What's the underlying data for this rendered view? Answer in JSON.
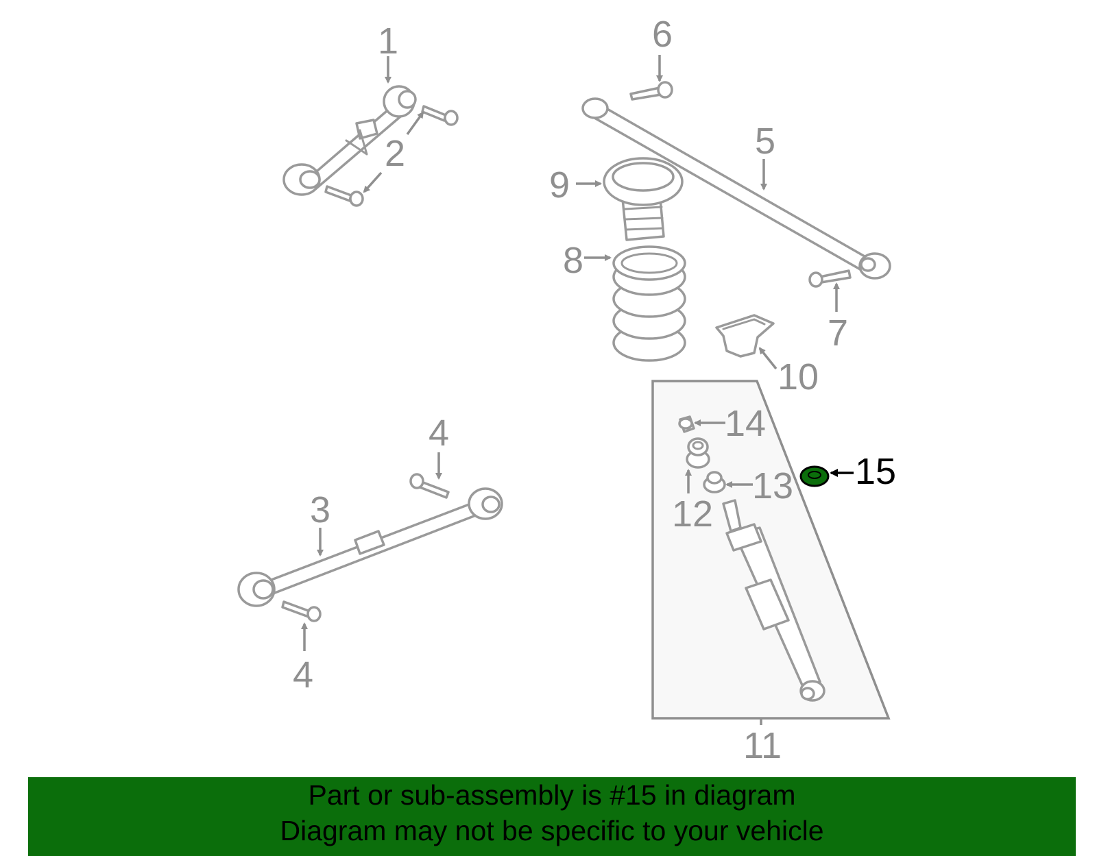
{
  "diagram": {
    "callouts": [
      {
        "id": "1",
        "label": "1"
      },
      {
        "id": "2",
        "label": "2"
      },
      {
        "id": "3",
        "label": "3"
      },
      {
        "id": "4a",
        "label": "4"
      },
      {
        "id": "4b",
        "label": "4"
      },
      {
        "id": "5",
        "label": "5"
      },
      {
        "id": "6",
        "label": "6"
      },
      {
        "id": "7",
        "label": "7"
      },
      {
        "id": "8",
        "label": "8"
      },
      {
        "id": "9",
        "label": "9"
      },
      {
        "id": "10",
        "label": "10"
      },
      {
        "id": "11",
        "label": "11"
      },
      {
        "id": "12",
        "label": "12"
      },
      {
        "id": "13",
        "label": "13"
      },
      {
        "id": "14",
        "label": "14"
      },
      {
        "id": "15",
        "label": "15"
      }
    ],
    "highlight_part": "15",
    "highlight_color": "#0b6e0b",
    "part_color": "#9a9a9a"
  },
  "banner": {
    "line1": "Part or sub-assembly is #15 in diagram",
    "line2": "Diagram may not be specific to your vehicle",
    "background": "#0b6e0b"
  }
}
